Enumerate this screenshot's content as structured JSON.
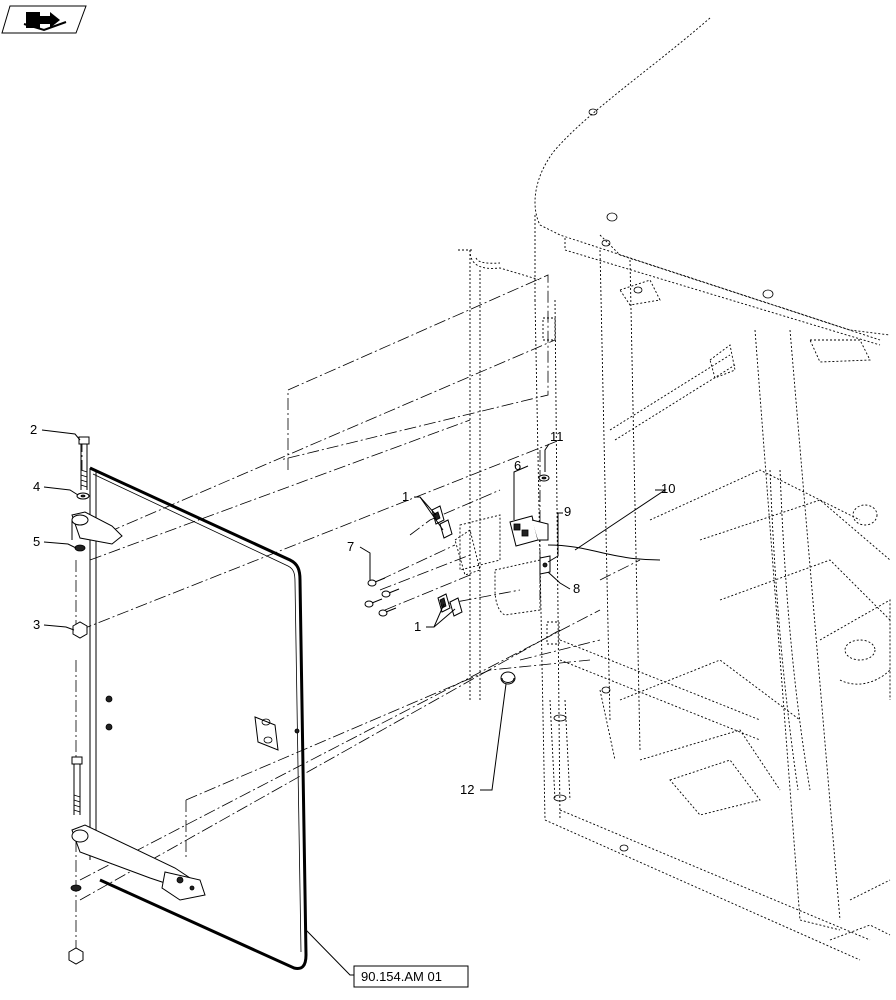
{
  "nav_icon": {
    "name": "book-with-arrow-icon"
  },
  "reference": {
    "label": "90.154.AM 01"
  },
  "callouts": [
    {
      "id": "c2",
      "text": "2"
    },
    {
      "id": "c4",
      "text": "4"
    },
    {
      "id": "c5",
      "text": "5"
    },
    {
      "id": "c3",
      "text": "3"
    },
    {
      "id": "c1a",
      "text": "1"
    },
    {
      "id": "c1b",
      "text": "1"
    },
    {
      "id": "c7",
      "text": "7"
    },
    {
      "id": "c6",
      "text": "6"
    },
    {
      "id": "c11",
      "text": "11"
    },
    {
      "id": "c9",
      "text": "9"
    },
    {
      "id": "c10",
      "text": "10"
    },
    {
      "id": "c8",
      "text": "8"
    },
    {
      "id": "c12",
      "text": "12"
    }
  ]
}
